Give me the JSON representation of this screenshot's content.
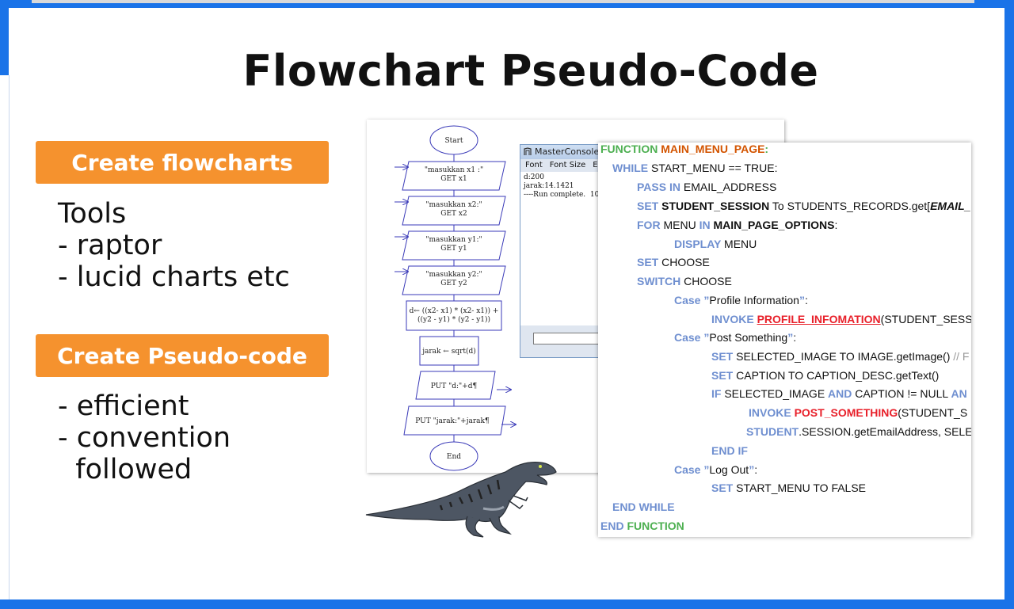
{
  "title": "Flowchart Pseudo-Code",
  "sections": {
    "flowcharts": {
      "label": "Create flowcharts",
      "bullets": [
        "Tools",
        "- raptor",
        "- lucid charts etc"
      ]
    },
    "pseudocode": {
      "label": "Create Pseudo-code",
      "bullets": [
        "- efficient",
        "- convention",
        "  followed"
      ]
    }
  },
  "flowchart": {
    "nodes": [
      "Start",
      "\"masukkan x1 :\"",
      "GET x1",
      "\"masukkan x2:\"",
      "GET x2",
      "\"masukkan y1:\"",
      "GET y1",
      "\"masukkan y2:\"",
      "GET y2",
      "d← ((x2- x1) * (x2- x1)) +",
      "((y2 - y1) * (y2 - y1))",
      "jarak ← sqrt(d)",
      "PUT \"d:\"+d¶",
      "PUT \"jarak:\"+jarak¶",
      "End"
    ]
  },
  "console": {
    "title": "MasterConsole",
    "menu": [
      "Font",
      "Font Size",
      "E"
    ],
    "output": [
      "d:200",
      "jarak:14.1421",
      "----Run complete.  10"
    ]
  },
  "code": {
    "l1": {
      "a": "FUNCTION ",
      "b": "MAIN_MENU_PAGE",
      "c": ":"
    },
    "l2": {
      "a": "WHILE ",
      "b": "START_MENU == TRUE:"
    },
    "l3": {
      "a": "PASS IN ",
      "b": "EMAIL_ADDRESS"
    },
    "l4": {
      "a": "SET ",
      "b": "STUDENT_SESSION",
      "c": " To STUDENTS_RECORDS.get[",
      "d": "EMAIL_"
    },
    "l5": {
      "a": "FOR ",
      "b": "MENU ",
      "c": "IN ",
      "d": "MAIN_PAGE_OPTIONS",
      "e": ":"
    },
    "l6": {
      "a": "DISPLAY ",
      "b": "MENU"
    },
    "l7": {
      "a": "SET ",
      "b": "CHOOSE"
    },
    "l8": {
      "a": "SWITCH ",
      "b": "CHOOSE"
    },
    "l9": {
      "a": "Case ",
      "b": "”",
      "c": "Profile Information",
      "d": "”",
      "e": ":"
    },
    "l10": {
      "a": "INVOKE ",
      "b": "PROFILE_INFOMATION",
      "c": "(STUDENT_SESS"
    },
    "l11": {
      "a": "Case ",
      "b": "”",
      "c": "Post Something",
      "d": "”",
      "e": ":"
    },
    "l12": {
      "a": "SET ",
      "b": "SELECTED_IMAGE TO IMAGE.getImage() ",
      "c": "// F"
    },
    "l13": {
      "a": "SET ",
      "b": "CAPTION TO CAPTION_DESC.getText()"
    },
    "l14": {
      "a": "IF ",
      "b": "SELECTED_IMAGE ",
      "c": "AND ",
      "d": "CAPTION != NULL ",
      "e": "AN"
    },
    "l15": {
      "a": "INVOKE ",
      "b": "POST_SOMETHING",
      "c": "(STUDENT_S"
    },
    "l16": {
      "a": "STUDENT",
      "b": ".SESSION.getEmailAddress, SELE"
    },
    "l17": {
      "a": "END IF"
    },
    "l18": {
      "a": "Case ",
      "b": "”",
      "c": "Log Out",
      "d": "”",
      "e": ":"
    },
    "l19": {
      "a": "SET ",
      "b": "START_MENU TO FALSE"
    },
    "l20": {
      "a": "END WHILE"
    },
    "l21": {
      "a": "END ",
      "b": "FUNCTION"
    }
  },
  "colors": {
    "accent": "#1a73e8",
    "pill": "#f5922e",
    "keyword_blue": "#6f8fd0",
    "keyword_green": "#4caf50",
    "keyword_orange": "#d35400",
    "keyword_red": "#e8202a"
  },
  "icons": {
    "dinosaur": "dinosaur-illustration",
    "console_app": "console-app-icon"
  }
}
